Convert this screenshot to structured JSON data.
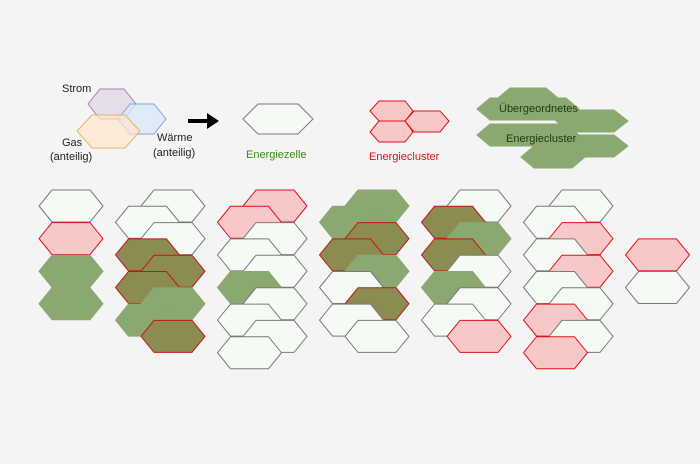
{
  "legend": {
    "source_labels": {
      "strom": "Strom",
      "gas_line1": "Gas",
      "gas_line2": "(anteilig)",
      "waerme_line1": "Wärme",
      "waerme_line2": "(anteilig)"
    },
    "energiezelle_label": "Energiezelle",
    "energiecluster_label": "Energiecluster",
    "uebergeordnet_line1": "Übergeordnetes",
    "uebergeordnet_line2": "Energiecluster"
  },
  "colors": {
    "background": "#f4f4f4",
    "cell_fill": "#f5fbf4",
    "cell_stroke": "#7a7a7a",
    "cluster_fill": "#f8c8c8",
    "cluster_stroke": "#e0101a",
    "super_fill": "#8aa870",
    "super_stroke": "#8aa870",
    "olive_fill": "#8b8b52",
    "olive_stroke": "#c01818",
    "strom_fill": "#e1d5e7",
    "strom_stroke": "#9f83b5",
    "gas_fill": "#ffe6cc",
    "gas_stroke": "#e8b460",
    "waerme_fill": "#dae8fc",
    "waerme_stroke": "#7fa6d8",
    "label_green": "#3c8a12",
    "label_red": "#e0101a",
    "label_dark": "#1f3a10",
    "arrow": "#000000"
  },
  "grid_cells": [
    [
      0,
      0,
      "white"
    ],
    [
      2,
      0,
      "white"
    ],
    [
      4,
      0,
      "pink"
    ],
    [
      6,
      0,
      "green"
    ],
    [
      8,
      0,
      "white"
    ],
    [
      10,
      0,
      "white"
    ],
    [
      1,
      1,
      "white"
    ],
    [
      3,
      1,
      "pink"
    ],
    [
      5,
      1,
      "green"
    ],
    [
      7,
      1,
      "olive"
    ],
    [
      9,
      1,
      "white"
    ],
    [
      0,
      2,
      "pink"
    ],
    [
      2,
      2,
      "white"
    ],
    [
      4,
      2,
      "white"
    ],
    [
      6,
      2,
      "olive"
    ],
    [
      8,
      2,
      "green"
    ],
    [
      10,
      2,
      "pink"
    ],
    [
      1,
      3,
      "olive"
    ],
    [
      3,
      3,
      "white"
    ],
    [
      5,
      3,
      "olive"
    ],
    [
      7,
      3,
      "olive"
    ],
    [
      9,
      3,
      "white"
    ],
    [
      11,
      3,
      "pink"
    ],
    [
      0,
      4,
      "green"
    ],
    [
      2,
      4,
      "olive"
    ],
    [
      4,
      4,
      "white"
    ],
    [
      6,
      4,
      "green"
    ],
    [
      8,
      4,
      "white"
    ],
    [
      10,
      4,
      "pink"
    ],
    [
      1,
      5,
      "olive"
    ],
    [
      3,
      5,
      "green"
    ],
    [
      5,
      5,
      "white"
    ],
    [
      7,
      5,
      "green"
    ],
    [
      9,
      5,
      "white"
    ],
    [
      11,
      5,
      "white"
    ],
    [
      0,
      6,
      "green"
    ],
    [
      2,
      6,
      "green"
    ],
    [
      4,
      6,
      "white"
    ],
    [
      6,
      6,
      "olive"
    ],
    [
      8,
      6,
      "white"
    ],
    [
      10,
      6,
      "white"
    ],
    [
      1,
      7,
      "green"
    ],
    [
      3,
      7,
      "white"
    ],
    [
      5,
      7,
      "white"
    ],
    [
      7,
      7,
      "white"
    ],
    [
      9,
      7,
      "pink"
    ],
    [
      2,
      8,
      "olive"
    ],
    [
      4,
      8,
      "white"
    ],
    [
      6,
      8,
      "white"
    ],
    [
      8,
      8,
      "pink"
    ],
    [
      10,
      8,
      "white"
    ],
    [
      3,
      9,
      "white"
    ],
    [
      9,
      9,
      "pink"
    ]
  ]
}
